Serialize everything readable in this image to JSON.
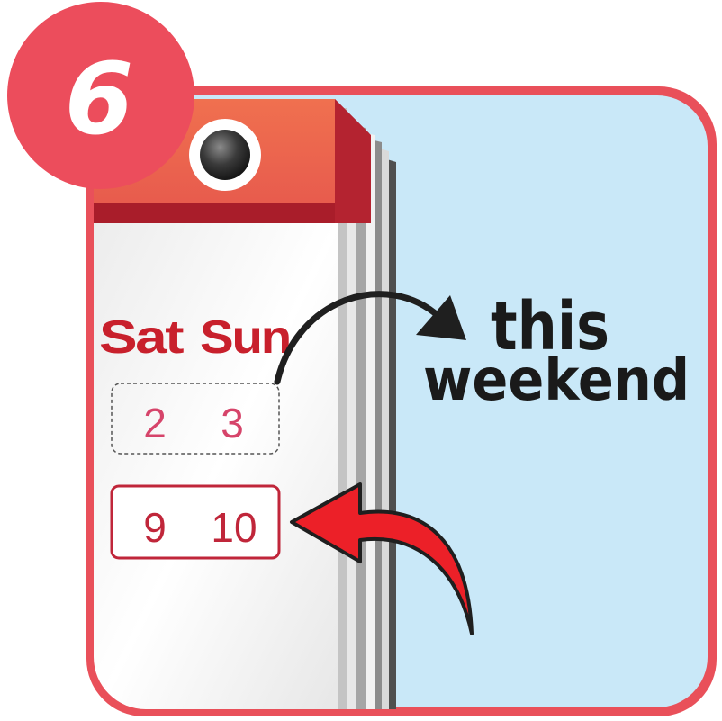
{
  "step": {
    "number": "6"
  },
  "calendar": {
    "day_headers": [
      "Sat",
      "Sun"
    ],
    "weeks": [
      {
        "dates": [
          "2",
          "3"
        ],
        "style": "dashed"
      },
      {
        "dates": [
          "9",
          "10"
        ],
        "style": "highlighted"
      }
    ]
  },
  "caption": {
    "line1": "this",
    "line2": "weekend"
  },
  "colors": {
    "frame_red": "#e9505a",
    "badge_red": "#ec4d5c",
    "panel_blue": "#c9e8f8",
    "calendar_red": "#c8202c",
    "date_pink": "#d6446a",
    "date_dark_red": "#c0263a",
    "arrow_red": "#ec2028",
    "arrow_black": "#1f1f1f"
  }
}
